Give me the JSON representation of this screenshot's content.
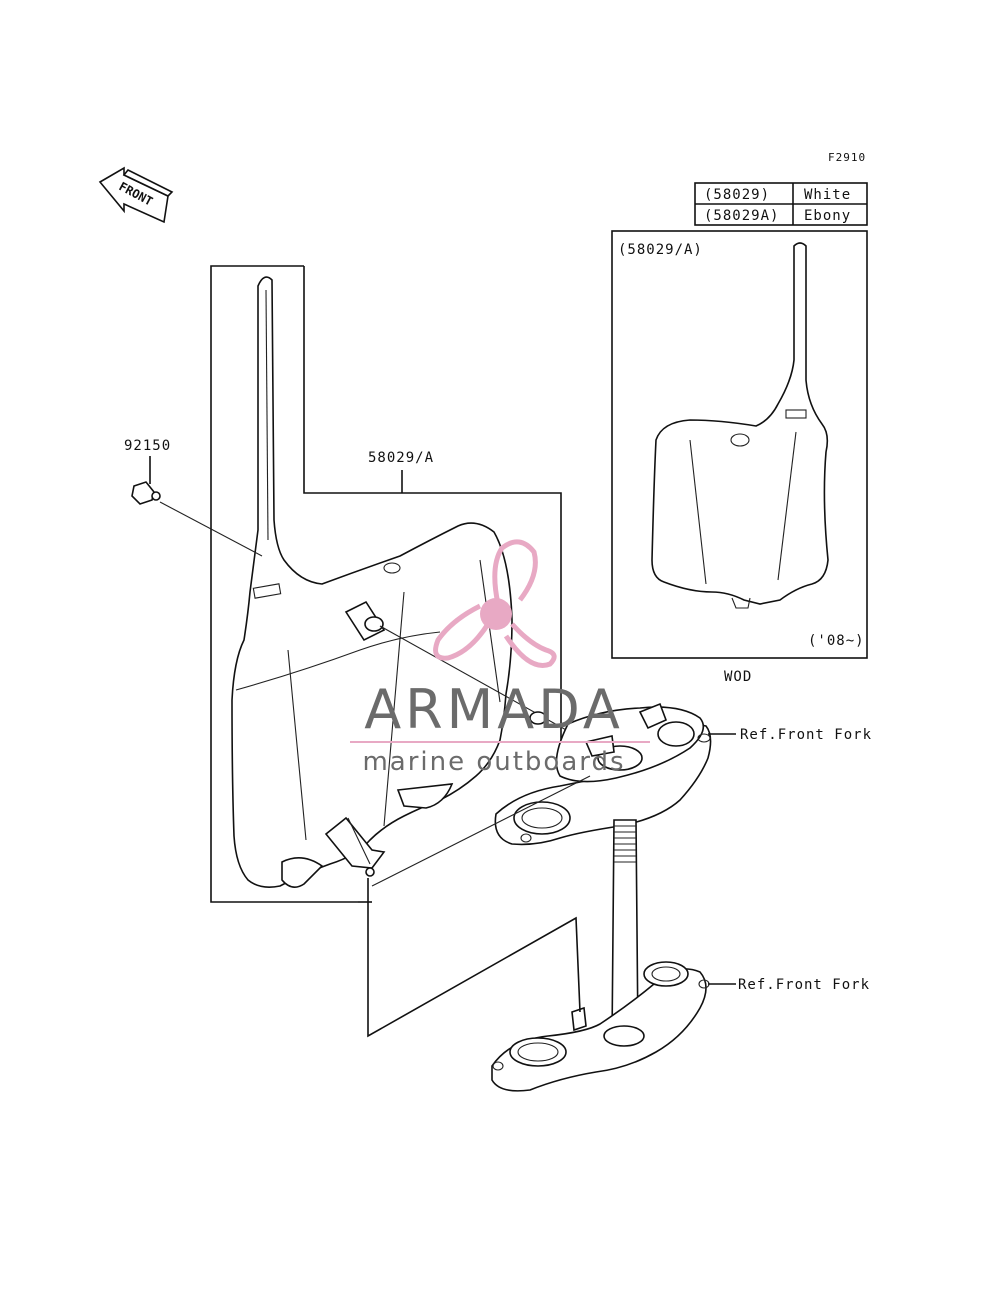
{
  "figure_code": "F2910",
  "front_label": "FRONT",
  "color_table": [
    {
      "part": "(58029)",
      "color": "White"
    },
    {
      "part": "(58029A)",
      "color": "Ebony"
    }
  ],
  "inset": {
    "part_label": "(58029/A)",
    "year_label": "('08~)",
    "caption": "WOD"
  },
  "callouts": {
    "bolt": "92150",
    "plate": "58029/A",
    "ref_upper": "Ref.Front Fork",
    "ref_lower": "Ref.Front Fork"
  },
  "watermark": {
    "brand": "ARMADA",
    "tagline": "marine outboards",
    "logo_color": "#e8a9c4",
    "text_color": "#6b6b6b"
  }
}
